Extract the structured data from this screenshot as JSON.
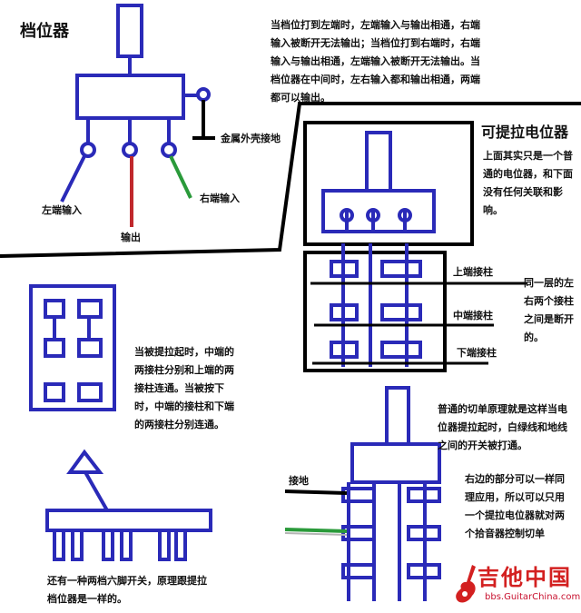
{
  "selector": {
    "title": "档位器",
    "description": "当档位打到左端时，左端输入与输出相通，右端输入被断开无法输出；当档位打到右端时，右端输入与输出相通，左端输入被断开无法输出。当档位器在中间时，左右输入都和输出相通，两端都可以输出。",
    "ground_label": "金属外壳接地",
    "left_input": "左端输入",
    "output": "输出",
    "right_input": "右端输入"
  },
  "pot": {
    "title": "可提拉电位器",
    "description": "上面其实只是一个普通的电位器，和下面没有任何关联和影响。",
    "upper_post": "上端接柱",
    "middle_post": "中端接柱",
    "lower_post": "下端接柱",
    "side_note": "同一层的左右两个接柱之间是断开的。"
  },
  "switch": {
    "pull_desc": "当被提拉起时，中端的两接柱分别和上端的两接柱连通。当被按下时，中端的接柱和下端的两接柱分别连通。",
    "note": "还有一种两档六脚开关，原理跟提拉档位器是一样的。"
  },
  "bottom": {
    "desc": "普通的切单原理就是这样当电位器提拉起时，白绿线和地线之间的开关被打通。",
    "ground": "接地",
    "right_desc": "右边的部分可以一样同理应用，所以可以只用一个提拉电位器就对两个拾音器控制切单"
  },
  "watermark": {
    "cn": "吉他中国",
    "url": "bbs.GuitarChina.com"
  },
  "colors": {
    "blue": "#2a2ab8",
    "red": "#c0282c",
    "green": "#2a9a3a",
    "black": "#000000"
  }
}
